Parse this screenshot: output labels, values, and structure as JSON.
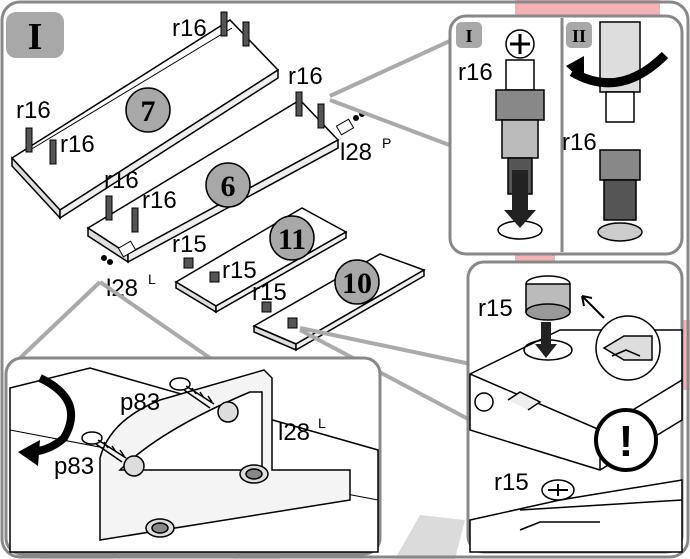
{
  "step": {
    "label": "I"
  },
  "callouts": {
    "top_right_a": "I",
    "top_right_b": "II"
  },
  "labels": {
    "r16_a": "r16",
    "r16_b": "r16",
    "r16_c": "r16",
    "r16_d": "r16",
    "r16_e": "r16",
    "r16_f": "r16",
    "r16_g": "r16",
    "r16_h": "r16",
    "r15_a": "r15",
    "r15_b": "r15",
    "r15_c": "r15",
    "r15_d": "r15",
    "r15_e": "r15",
    "l28p": "l28",
    "l28p_sup": "P",
    "l28l": "l28",
    "l28l_sup": "L",
    "l28l_zoom": "l28",
    "l28l_zoom_sup": "L",
    "p83_a": "p83",
    "p83_b": "p83"
  },
  "panels": {
    "p7": "7",
    "p6": "6",
    "p11": "11",
    "p10": "10"
  },
  "notice": {
    "symbol": "!"
  },
  "watermark": {
    "color": "#e0262e"
  },
  "colors": {
    "frame": "#888888",
    "badge": "#a8a8a8",
    "line": "#000000"
  }
}
